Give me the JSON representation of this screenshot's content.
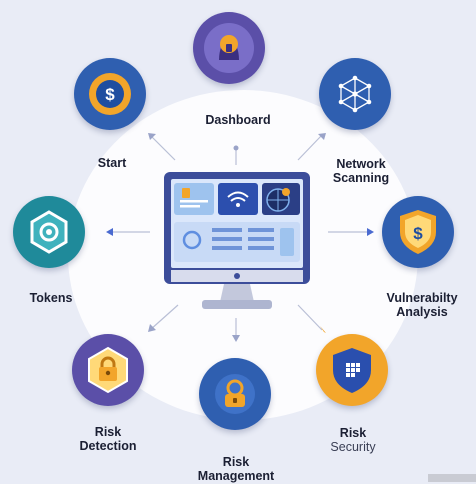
{
  "labels": {
    "dashboard": "Dashboard",
    "start": "Start",
    "network_scanning": [
      "Network",
      "Scanning"
    ],
    "tokens": "Tokens",
    "vulnerability_analysis": [
      "Vulnerabilty",
      "Analysis"
    ],
    "risk_detection": [
      "Risk",
      "Detection"
    ],
    "risk_management": [
      "Risk",
      "Management"
    ],
    "risk_security": [
      "Risk",
      "Security"
    ]
  },
  "icons": {
    "dashboard": "lock-icon",
    "start": "dollar-coin-icon",
    "network_scanning": "network-globe-icon",
    "tokens": "hexagon-gear-icon",
    "vulnerability_analysis": "shield-dollar-icon",
    "risk_detection": "padlock-hexagon-icon",
    "risk_management": "user-lock-icon",
    "risk_security": "shield-grid-icon"
  },
  "colors": {
    "purple": "#5b4fa8",
    "blue": "#2f5fb0",
    "teal": "#1f8a9a",
    "orange": "#f2a52a",
    "background": "#e9ecf6"
  }
}
